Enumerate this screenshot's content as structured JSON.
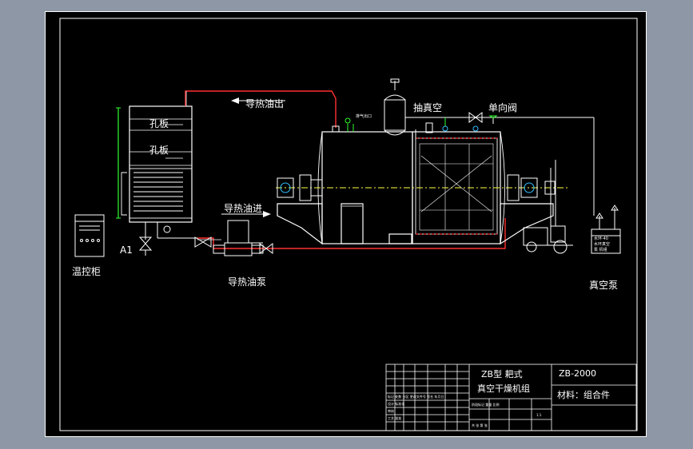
{
  "labels": {
    "perforated_plate_1": "孔板",
    "perforated_plate_2": "孔板",
    "thermal_oil_out": "导热油出",
    "thermal_oil_in": "导热油进",
    "thermal_oil_pump": "导热油泵",
    "temp_control_cabinet": "温控柜",
    "vacuum_extraction": "抽真空",
    "check_valve": "单向阀",
    "vacuum_pump": "真空泵",
    "tag_a1": "A1"
  },
  "title_block": {
    "product_line1": "ZB型 耙式",
    "product_line2": "真空干燥机组",
    "drawing_no": "ZB-2000",
    "material": "材料：组合件",
    "scale": "1:1"
  },
  "colors": {
    "sheet_background": "#000000",
    "outer_background": "#8d97a6",
    "lines": "#ffffff",
    "oil_pipe": "#ff3030",
    "centerline": "#ffff40",
    "valve": "#30ff30",
    "gauge": "#30c0ff"
  }
}
